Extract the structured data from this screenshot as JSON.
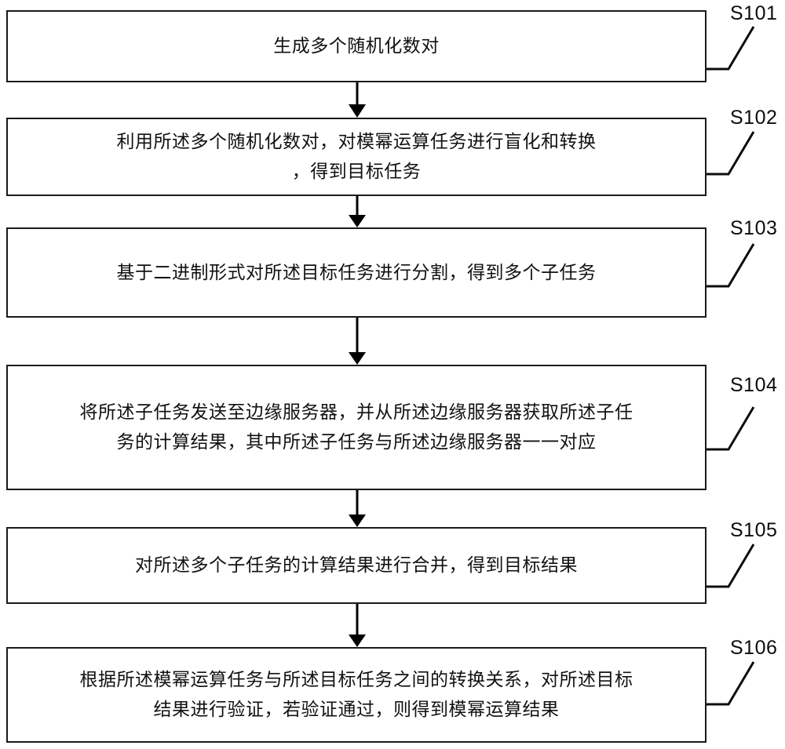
{
  "diagram": {
    "type": "flowchart",
    "orientation": "vertical",
    "title": "",
    "steps": [
      {
        "id": "S101",
        "label": "S101",
        "text": "生成多个随机化数对"
      },
      {
        "id": "S102",
        "label": "S102",
        "text": "利用所述多个随机化数对，对模幂运算任务进行盲化和转换\n，得到目标任务"
      },
      {
        "id": "S103",
        "label": "S103",
        "text": "基于二进制形式对所述目标任务进行分割，得到多个子任务"
      },
      {
        "id": "S104",
        "label": "S104",
        "text": "将所述子任务发送至边缘服务器，并从所述边缘服务器获取所述子任\n务的计算结果，其中所述子任务与所述边缘服务器一一对应"
      },
      {
        "id": "S105",
        "label": "S105",
        "text": "对所述多个子任务的计算结果进行合并，得到目标结果"
      },
      {
        "id": "S106",
        "label": "S106",
        "text": "根据所述模幂运算任务与所述目标任务之间的转换关系，对所述目标\n结果进行验证，若验证通过，则得到模幂运算结果"
      }
    ],
    "colors": {
      "box_border": "#1a1a1a",
      "box_fill": "#ffffff",
      "text": "#111111",
      "connector": "#000000",
      "label_text": "#0d0d0d",
      "background": "#ffffff"
    }
  }
}
